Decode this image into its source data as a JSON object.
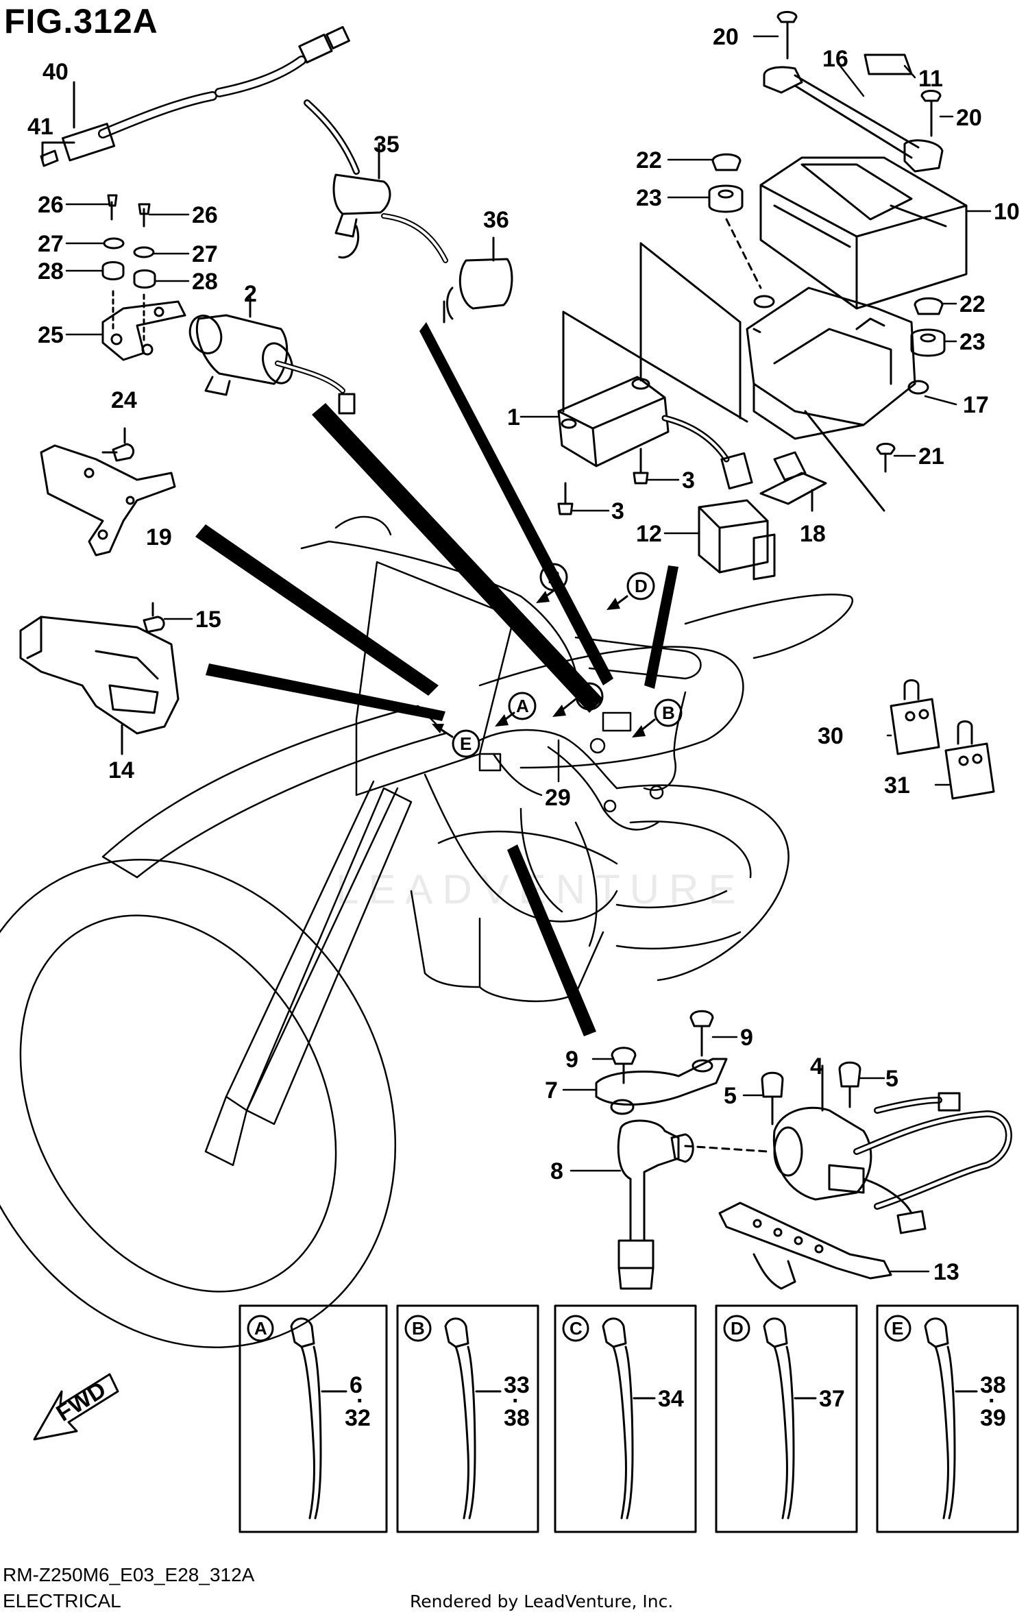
{
  "figure": {
    "title": "FIG.312A",
    "model_code": "RM-Z250M6_E03_E28_312A",
    "section": "ELECTRICAL",
    "credit": "Rendered by LeadVenture, Inc.",
    "watermark": "LEADVENTURE",
    "fwd_label": "FWD"
  },
  "callouts": [
    {
      "id": "co-40",
      "text": "40"
    },
    {
      "id": "co-41",
      "text": "41"
    },
    {
      "id": "co-35",
      "text": "35"
    },
    {
      "id": "co-36",
      "text": "36"
    },
    {
      "id": "co-20a",
      "text": "20"
    },
    {
      "id": "co-16",
      "text": "16"
    },
    {
      "id": "co-11",
      "text": "11"
    },
    {
      "id": "co-20b",
      "text": "20"
    },
    {
      "id": "co-22a",
      "text": "22"
    },
    {
      "id": "co-23a",
      "text": "23"
    },
    {
      "id": "co-10",
      "text": "10"
    },
    {
      "id": "co-22b",
      "text": "22"
    },
    {
      "id": "co-23b",
      "text": "23"
    },
    {
      "id": "co-17",
      "text": "17"
    },
    {
      "id": "co-21",
      "text": "21"
    },
    {
      "id": "co-26a",
      "text": "26"
    },
    {
      "id": "co-26b",
      "text": "26"
    },
    {
      "id": "co-27a",
      "text": "27"
    },
    {
      "id": "co-27b",
      "text": "27"
    },
    {
      "id": "co-28a",
      "text": "28"
    },
    {
      "id": "co-28b",
      "text": "28"
    },
    {
      "id": "co-25",
      "text": "25"
    },
    {
      "id": "co-2",
      "text": "2"
    },
    {
      "id": "co-1",
      "text": "1"
    },
    {
      "id": "co-3a",
      "text": "3"
    },
    {
      "id": "co-3b",
      "text": "3"
    },
    {
      "id": "co-12",
      "text": "12"
    },
    {
      "id": "co-18",
      "text": "18"
    },
    {
      "id": "co-24",
      "text": "24"
    },
    {
      "id": "co-19",
      "text": "19"
    },
    {
      "id": "co-15",
      "text": "15"
    },
    {
      "id": "co-14",
      "text": "14"
    },
    {
      "id": "co-30",
      "text": "30"
    },
    {
      "id": "co-31",
      "text": "31"
    },
    {
      "id": "co-29",
      "text": "29"
    },
    {
      "id": "co-9a",
      "text": "9"
    },
    {
      "id": "co-9b",
      "text": "9"
    },
    {
      "id": "co-7",
      "text": "7"
    },
    {
      "id": "co-4",
      "text": "4"
    },
    {
      "id": "co-5a",
      "text": "5"
    },
    {
      "id": "co-5b",
      "text": "5"
    },
    {
      "id": "co-8",
      "text": "8"
    },
    {
      "id": "co-13",
      "text": "13"
    }
  ],
  "circle_labels": [
    "A",
    "B",
    "C",
    "D",
    "E"
  ],
  "detail_boxes": [
    {
      "letter": "A",
      "parts": [
        "6",
        "32"
      ]
    },
    {
      "letter": "B",
      "parts": [
        "33",
        "38"
      ]
    },
    {
      "letter": "C",
      "parts": [
        "34"
      ]
    },
    {
      "letter": "D",
      "parts": [
        "37"
      ]
    },
    {
      "letter": "E",
      "parts": [
        "38",
        "39"
      ]
    }
  ]
}
